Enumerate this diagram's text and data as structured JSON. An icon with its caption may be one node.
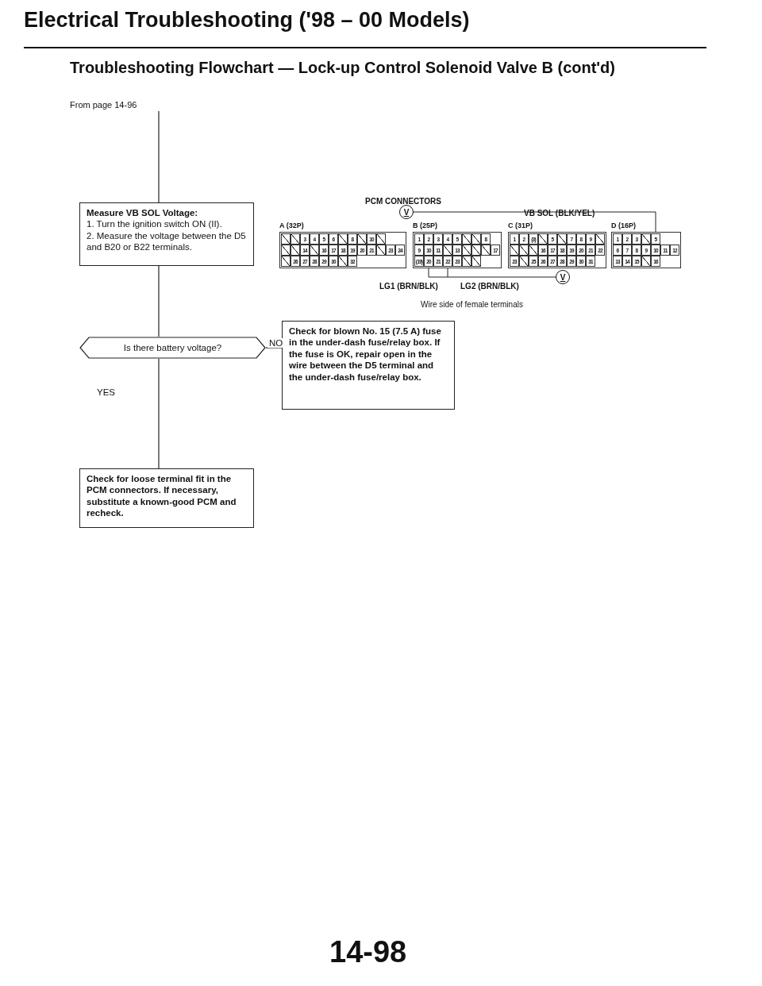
{
  "diagram": {
    "title": "Electrical Troubleshooting ('98 – 00 Models)",
    "caption": "Troubleshooting Flowchart — Lock-up Control Solenoid Valve B (cont'd)",
    "nodes": [
      {
        "text": [
          "From page 14-96"
        ]
      },
      {
        "text": [
          "Measure VB SOL Voltage:",
          "1. Turn the ignition switch ON (II).",
          "2. Measure the voltage between the D5 and B20 or B22 terminals."
        ]
      },
      {
        "text": [
          "Is there battery voltage?"
        ]
      },
      {
        "text": [
          "Check for blown No. 15 (7.5 A) fuse in the under-dash fuse/relay box. If the fuse is OK, repair open in the wire between the D5 terminal and the under-dash fuse/relay box."
        ]
      },
      {
        "text": [
          "Check for loose terminal fit in the PCM connectors. If necessary, substitute a known-good PCM and recheck."
        ]
      }
    ],
    "edges": [
      {
        "from": 0,
        "to": 1,
        "arrow": "none"
      },
      {
        "from": 1,
        "to": 2,
        "arrow": "none"
      },
      {
        "from": 2,
        "to": 3,
        "label": "NO",
        "arrow": "none"
      },
      {
        "from": 2,
        "to": 4,
        "label": "YES",
        "arrow": "none"
      }
    ],
    "labels": [
      "PCM CONNECTORS",
      "V",
      "VB SOL (BLK/YEL)",
      "A (32P)",
      "B (25P)",
      "C (31P)",
      "D (16P)",
      "3",
      "4",
      "5",
      "6",
      "8",
      "10",
      "14",
      "16",
      "17",
      "18",
      "19",
      "20",
      "21",
      "23",
      "24",
      "26",
      "27",
      "28",
      "29",
      "30",
      "32",
      "1",
      "2",
      "3",
      "4",
      "5",
      "8",
      "9",
      "10",
      "11",
      "13",
      "17",
      "(19)",
      "20",
      "21",
      "22",
      "23",
      "1",
      "2",
      "(3)",
      "5",
      "7",
      "8",
      "9",
      "16",
      "17",
      "18",
      "19",
      "20",
      "21",
      "22",
      "23",
      "25",
      "26",
      "27",
      "28",
      "29",
      "30",
      "31",
      "1",
      "2",
      "3",
      "5",
      "6",
      "7",
      "8",
      "9",
      "10",
      "11",
      "12",
      "13",
      "14",
      "15",
      "16",
      "LG1 (BRN/BLK)",
      "LG2 (BRN/BLK)",
      "V",
      "Wire side of female terminals",
      "14-98"
    ]
  }
}
